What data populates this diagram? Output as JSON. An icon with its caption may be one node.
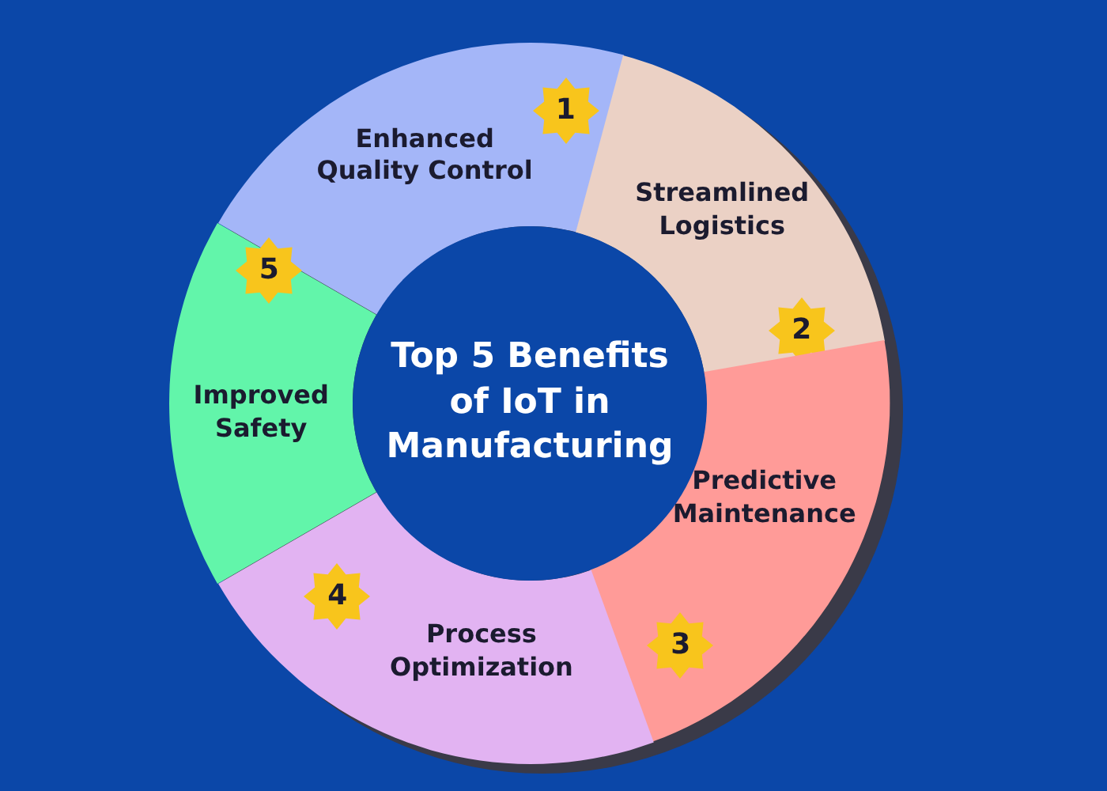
{
  "diagram": {
    "nodes": [
      {
        "text": [
          "Top 5 Benefits of IoT in Manufacturing"
        ]
      },
      {
        "text": [
          "Enhanced Quality Control"
        ]
      },
      {
        "text": [
          "1"
        ],
        "in": 1
      },
      {
        "text": [
          "Streamlined Logistics"
        ]
      },
      {
        "text": [
          "2"
        ],
        "in": 3
      },
      {
        "text": [
          "Predictive Maintenance"
        ]
      },
      {
        "text": [
          "3"
        ],
        "in": 5
      },
      {
        "text": [
          "Process Optimization"
        ]
      },
      {
        "text": [
          "4"
        ],
        "in": 7
      },
      {
        "text": [
          "Improved Safety"
        ]
      },
      {
        "text": [
          "5"
        ],
        "in": 9
      }
    ]
  }
}
